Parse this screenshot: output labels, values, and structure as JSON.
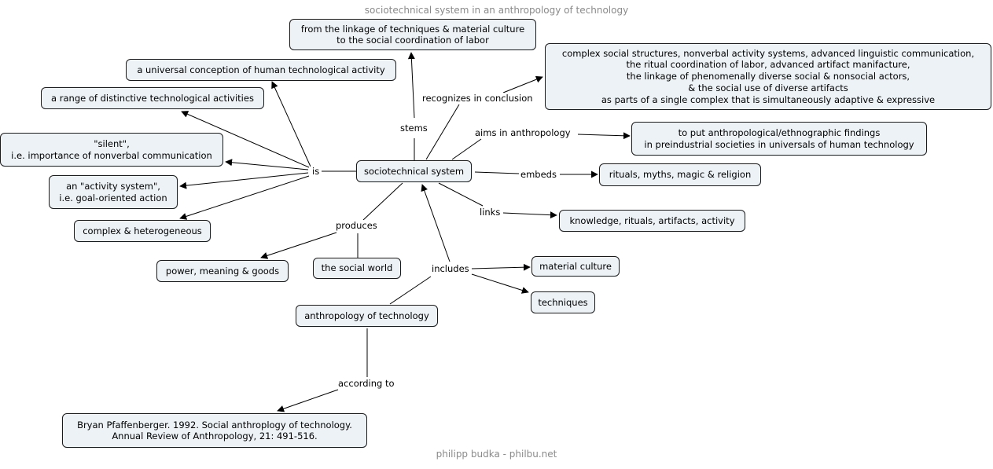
{
  "title": "sociotechnical system in an anthropology of technology",
  "footer": "philipp budka - philbu.net",
  "concepts": {
    "sts": "sociotechnical system",
    "stems_target": "from the linkage of techniques & material culture\nto the social coordination of labor",
    "universal": "a universal conception of human technological activity",
    "range": "a range of distinctive technological activities",
    "silent": "\"silent\",\ni.e. importance of nonverbal communication",
    "activity_system": "an \"activity system\",\ni.e. goal-oriented action",
    "complex_het": "complex & heterogeneous",
    "conclusion_target": "complex social structures, nonverbal activity systems, advanced linguistic communication,\nthe ritual coordination of labor, advanced artifact manifacture,\nthe linkage of phenomenally diverse social & nonsocial actors,\n& the social use of diverse artifacts\nas parts of a single complex that is simultaneously adaptive & expressive",
    "aims_target": "to put anthropological/ethnographic findings\nin preindustrial societies in universals of human technology",
    "rituals": "rituals, myths, magic & religion",
    "knowledge": "knowledge, rituals, artifacts, activity",
    "power": "power, meaning & goods",
    "social_world": "the social world",
    "material_culture": "material culture",
    "techniques": "techniques",
    "aot": "anthropology of technology",
    "reference": "Bryan Pfaffenberger. 1992. Social anthroplogy of technology.\nAnnual Review of Anthropology, 21: 491-516."
  },
  "links": {
    "stems": "stems",
    "is": "is",
    "recognizes": "recognizes in conclusion",
    "aims": "aims in anthropology",
    "embeds": "embeds",
    "links": "links",
    "produces": "produces",
    "includes": "includes",
    "according": "according to"
  }
}
